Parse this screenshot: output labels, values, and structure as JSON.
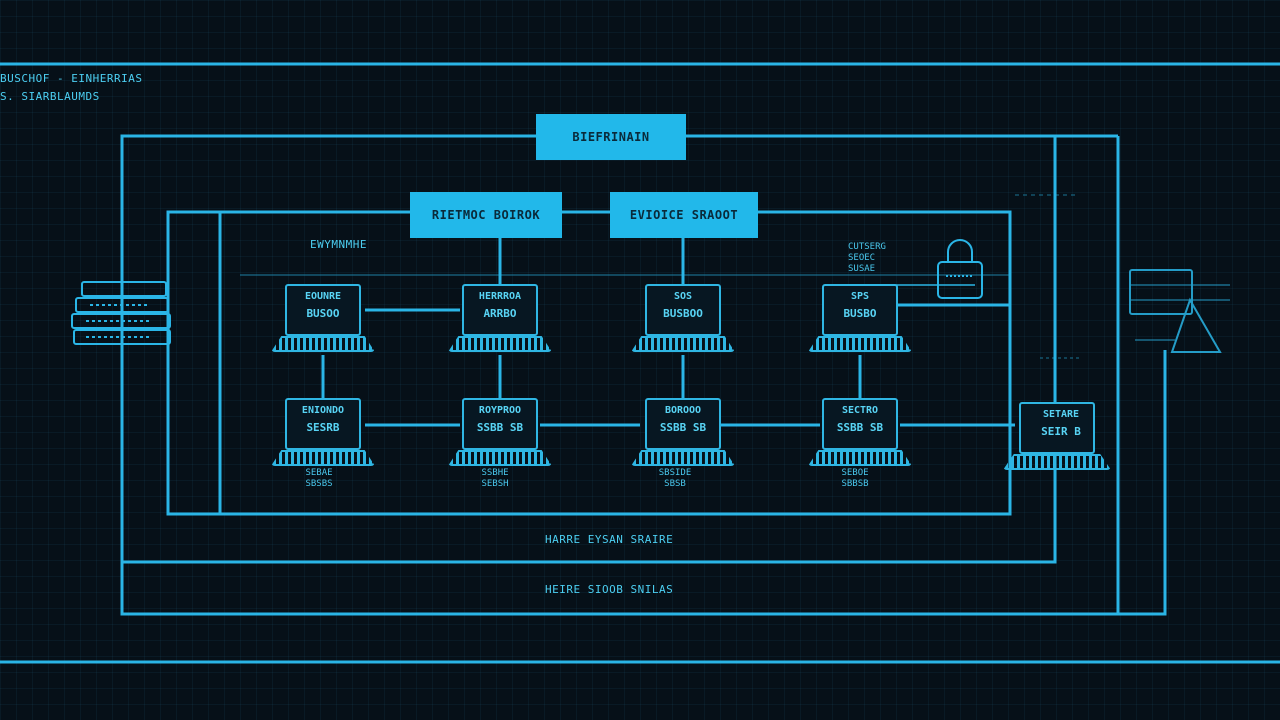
{
  "header": {
    "line1": "BUSCHOF - EINHERRIAS",
    "line2": "S. SIARBLAUMDS"
  },
  "top_box": "BIEFRINAIN",
  "mid_boxes": [
    "RIETMOC BOIROK",
    "EVIOICE SRAOOT"
  ],
  "left_label": "EWYMNMHE",
  "laptops_top": [
    {
      "l1": "EOUNRE",
      "l2": "BUSOO"
    },
    {
      "l1": "HERRROA",
      "l2": "ARRBO"
    },
    {
      "l1": "SOS",
      "l2": "BUSBOO"
    },
    {
      "l1": "SPS",
      "l2": "BUSBO"
    }
  ],
  "laptops_bottom": [
    {
      "l1": "ENIONDO",
      "l2": "SESRB",
      "sub": "SEBAE\nSBSBS"
    },
    {
      "l1": "ROYPROO",
      "l2": "SSBB SB",
      "sub": "SSBHE\nSEBSH"
    },
    {
      "l1": "BOROOO",
      "l2": "SSBB SB",
      "sub": "SBSIDE\nSBSB"
    },
    {
      "l1": "SECTRO",
      "l2": "SSBB SB",
      "sub": "SEBOE\nSBBSB"
    }
  ],
  "right_laptop": {
    "l1": "SETARE",
    "l2": "SEIR B"
  },
  "right_tag": "CUTSERG\nSEOEC\nSUSAE",
  "bottom_label_1": "HARRE EYSAN SRAIRE",
  "bottom_label_2": "HEIRE SIOOB SNILAS"
}
